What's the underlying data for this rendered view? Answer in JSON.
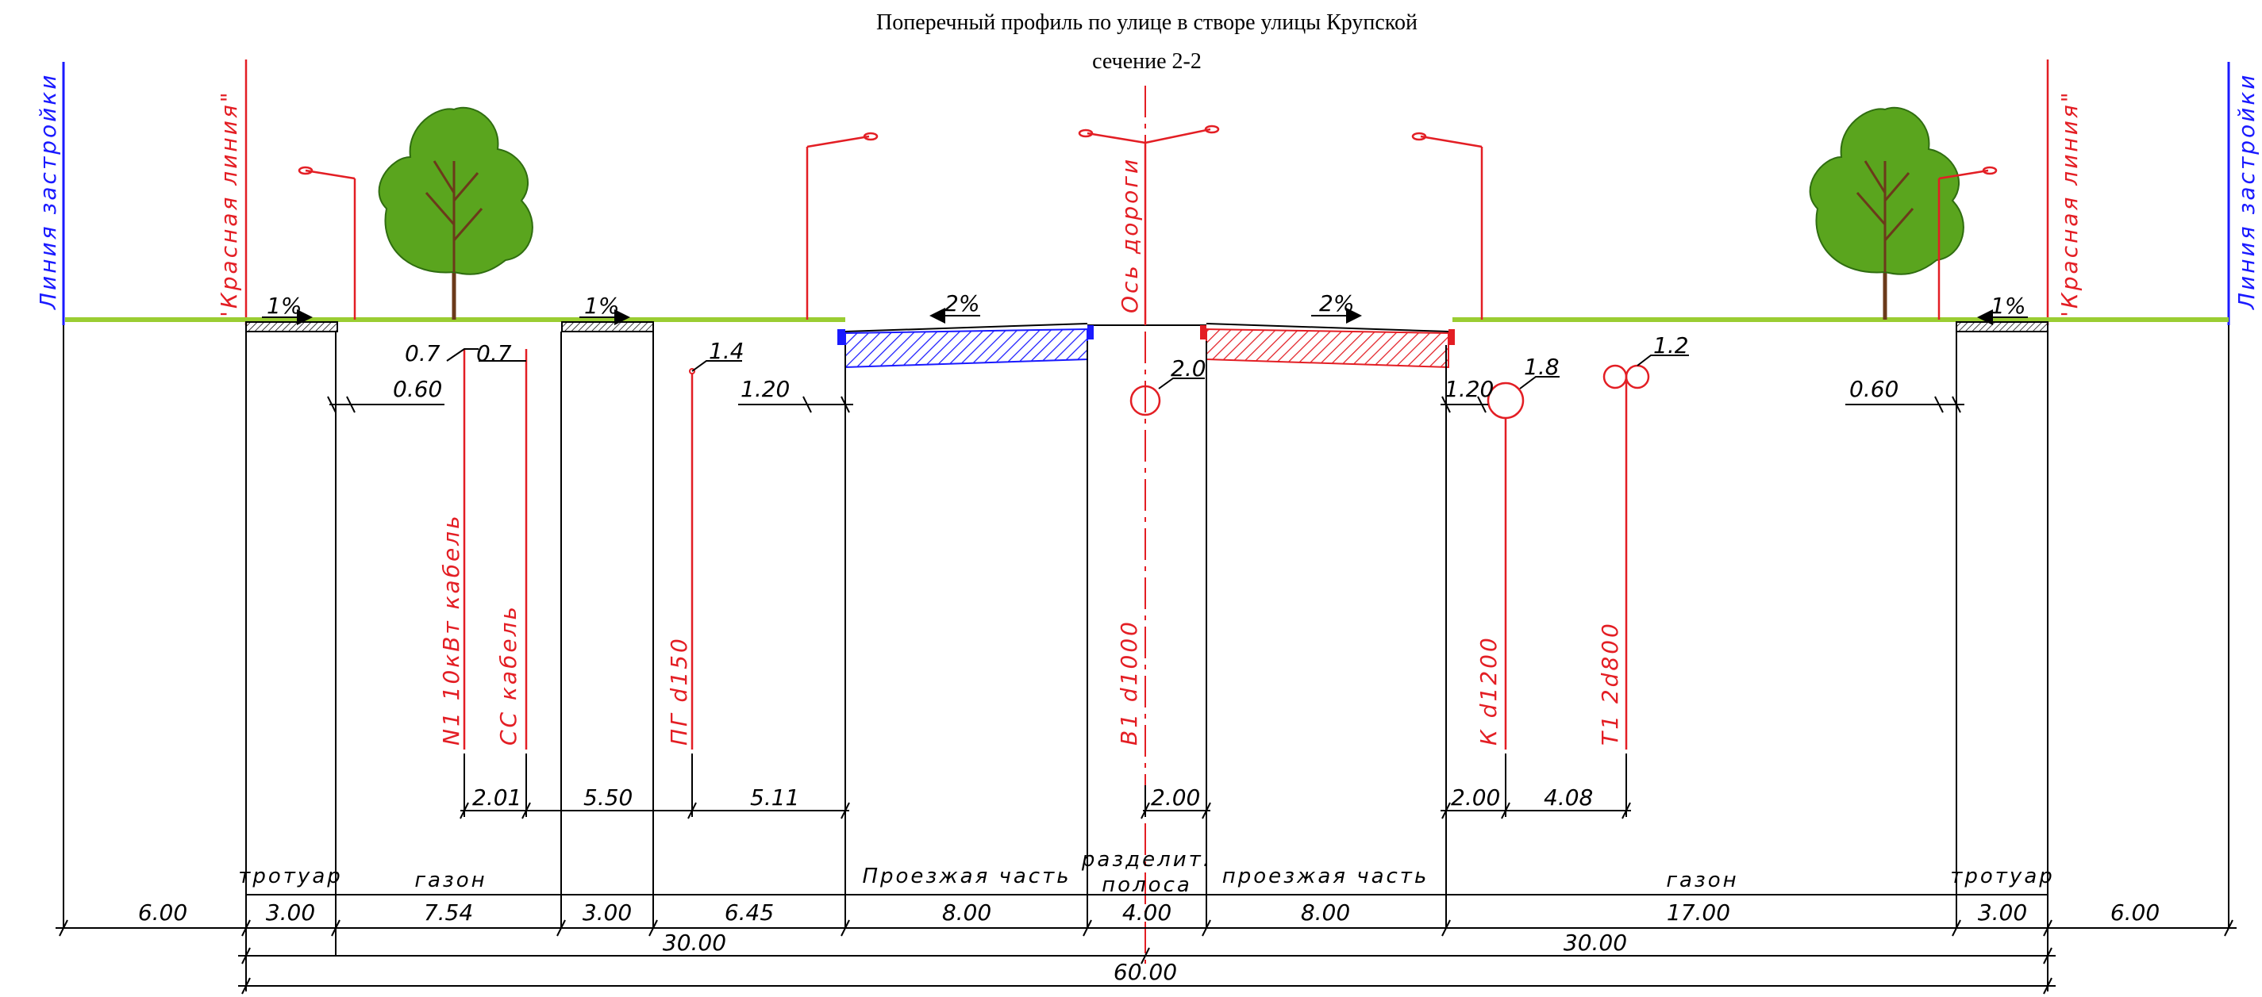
{
  "title": {
    "line1": "Поперечный профиль по улице в створе улицы Крупской",
    "line2": "сечение 2-2"
  },
  "boundaries": {
    "building_line": "Линия застройки",
    "red_line": "\"Красная линия\"",
    "road_axis": "Ось дороги"
  },
  "slopes": {
    "sidewalk_left": "1%",
    "lawn_left": "1%",
    "road_left": "2%",
    "road_right": "2%",
    "sidewalk_right": "1%"
  },
  "utilities": [
    {
      "label": "N1 10кВт кабель",
      "offset_label": "0.7"
    },
    {
      "label": "СС кабель",
      "offset_label": "0.7"
    },
    {
      "label": "ПГ d150",
      "offset_label": "1.4"
    },
    {
      "label": "В1 d1000",
      "offset_label": "2.0"
    },
    {
      "label": "К d1200",
      "offset_label": "1.8"
    },
    {
      "label": "Т1 2d800",
      "offset_label": "1.2"
    }
  ],
  "upper_dims": {
    "left_lamp": "0.60",
    "left_curb": "1.20",
    "right_curb": "1.20",
    "right_lamp": "0.60"
  },
  "utility_dims": {
    "d1": "2.01",
    "d2": "5.50",
    "d3": "5.11",
    "d4": "2.00",
    "d5": "2.00",
    "d6": "4.08"
  },
  "segments": {
    "sidewalk_left": "тротуар",
    "lawn_left": "газон",
    "carriage_left": "Проезжая часть",
    "median_1": "разделит.",
    "median_2": "полоса",
    "carriage_right": "проезжая часть",
    "lawn_right": "газон",
    "sidewalk_right": "тротуар"
  },
  "segment_widths": {
    "w1": "6.00",
    "w2": "3.00",
    "w3": "7.54",
    "w4": "3.00",
    "w5": "6.45",
    "w6": "8.00",
    "w7": "4.00",
    "w8": "8.00",
    "w9": "17.00",
    "w10": "3.00",
    "w11": "6.00"
  },
  "half_widths": {
    "left": "30.00",
    "right": "30.00"
  },
  "total_width": "60.00",
  "colors": {
    "red": "#e31e24",
    "blue": "#1a1aff",
    "grass": "#9acd32",
    "tree": "#5aa51e"
  }
}
